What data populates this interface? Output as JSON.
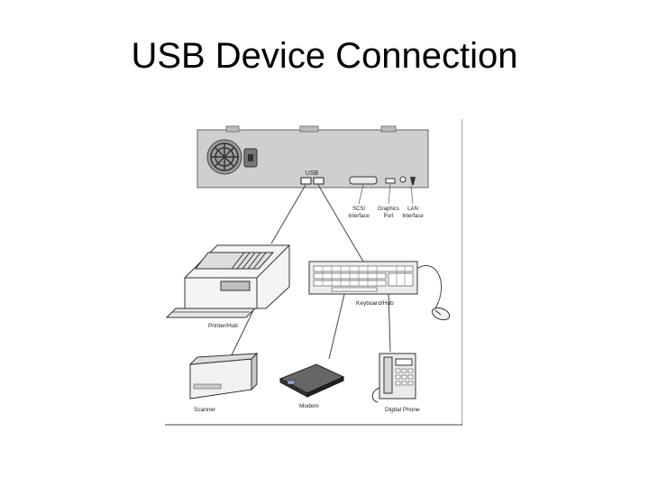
{
  "slide": {
    "title": "USB Device Connection"
  },
  "diagram": {
    "panel_labels": {
      "usb": "USB",
      "scsi": [
        "SCSI",
        "Interface"
      ],
      "graphics": [
        "Graphics",
        "Port"
      ],
      "lan": [
        "LAN",
        "Interface"
      ]
    },
    "devices": {
      "printer": "Printer/Hub",
      "keyboard": "Keyboard/Hub",
      "scanner": "Scanner",
      "modem": "Modem",
      "phone": "Digital Phone"
    }
  }
}
